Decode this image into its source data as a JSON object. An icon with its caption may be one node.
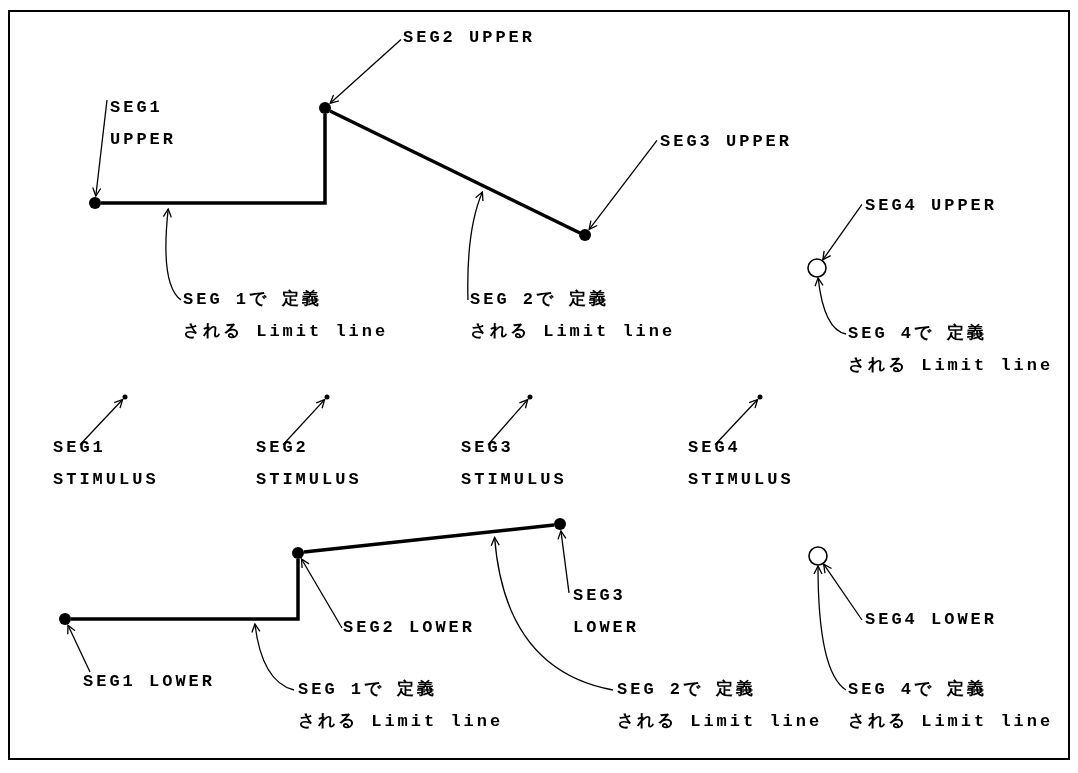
{
  "diagram": {
    "nodes": [
      {
        "text": [
          "SEG2 UPPER"
        ]
      },
      {
        "text": [
          "SEG1 UPPER"
        ]
      },
      {
        "text": [],
        "shape": "circle"
      },
      {
        "text": [],
        "shape": "circle"
      },
      {
        "text": [
          "SEG3 UPPER"
        ]
      },
      {
        "text": [],
        "shape": "circle"
      },
      {
        "text": [
          "SEG4 UPPER"
        ]
      },
      {
        "text": [],
        "shape": "line"
      },
      {
        "text": [],
        "shape": "line"
      },
      {
        "text": [],
        "shape": "circle"
      },
      {
        "text": [
          "SEG 1で 定義される Limit line"
        ]
      },
      {
        "text": [
          "SEG 2で 定義される Limit line"
        ]
      },
      {
        "text": [
          "SEG 4で 定義される Limit line"
        ]
      },
      {
        "text": [],
        "shape": "circle"
      },
      {
        "text": [],
        "shape": "circle"
      },
      {
        "text": [],
        "shape": "circle"
      },
      {
        "text": [],
        "shape": "circle"
      },
      {
        "text": [
          "SEG1 STIMULUS"
        ]
      },
      {
        "text": [
          "SEG2 STIMULUS"
        ]
      },
      {
        "text": [
          "SEG3 STIMULUS"
        ]
      },
      {
        "text": [
          "SEG4 STIMULUS"
        ]
      },
      {
        "text": [],
        "shape": "circle"
      },
      {
        "text": [],
        "shape": "circle"
      },
      {
        "text": [],
        "shape": "line"
      },
      {
        "text": [],
        "shape": "line"
      },
      {
        "text": [],
        "shape": "circle"
      },
      {
        "text": [],
        "shape": "circle"
      },
      {
        "text": [
          "SEG3 LOWER"
        ]
      },
      {
        "text": [
          "SEG2 LOWER"
        ]
      },
      {
        "text": [
          "SEG4 LOWER"
        ]
      },
      {
        "text": [
          "SEG1 LOWER"
        ]
      },
      {
        "text": [
          "SEG 1で 定義される Limit line"
        ]
      },
      {
        "text": [
          "SEG 2で 定義される Limit line"
        ]
      },
      {
        "text": [
          "SEG 4で 定義される Limit line"
        ]
      }
    ],
    "edges": [
      {
        "from": 0,
        "to": 3,
        "arrow": "to"
      },
      {
        "from": 1,
        "to": 2,
        "arrow": "to"
      },
      {
        "from": 4,
        "to": 5,
        "arrow": "to"
      },
      {
        "from": 6,
        "to": 9,
        "arrow": "to"
      },
      {
        "from": 10,
        "to": 7,
        "arrow": "to"
      },
      {
        "from": 11,
        "to": 8,
        "arrow": "to"
      },
      {
        "from": 12,
        "to": 9,
        "arrow": "to"
      },
      {
        "from": 17,
        "to": 13,
        "arrow": "to"
      },
      {
        "from": 18,
        "to": 14,
        "arrow": "to"
      },
      {
        "from": 19,
        "to": 15,
        "arrow": "to"
      },
      {
        "from": 20,
        "to": 16,
        "arrow": "to"
      },
      {
        "from": 27,
        "to": 22,
        "arrow": "to"
      },
      {
        "from": 28,
        "to": 21,
        "arrow": "to"
      },
      {
        "from": 29,
        "to": 26,
        "arrow": "to"
      },
      {
        "from": 30,
        "to": 25,
        "arrow": "to"
      },
      {
        "from": 31,
        "to": 23,
        "arrow": "to"
      },
      {
        "from": 32,
        "to": 24,
        "arrow": "to"
      },
      {
        "from": 33,
        "to": 26,
        "arrow": "to"
      }
    ]
  }
}
